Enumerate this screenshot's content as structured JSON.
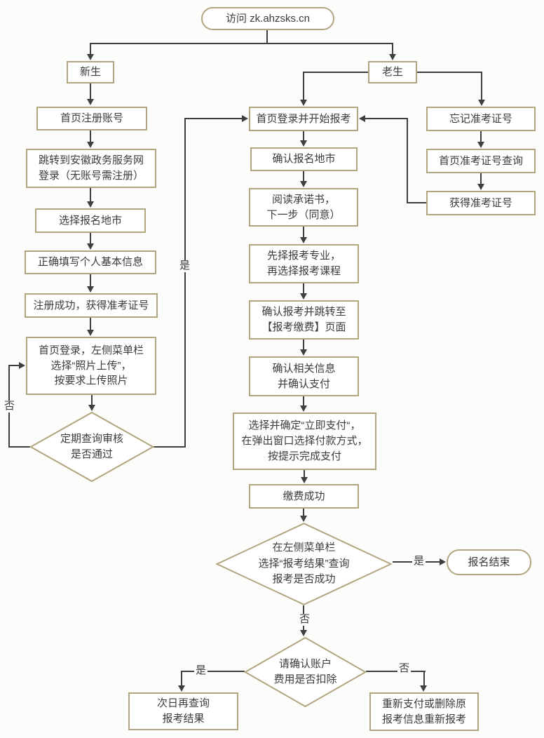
{
  "flowchart": {
    "nodes": {
      "start": {
        "label": "访问 zk.ahzsks.cn"
      },
      "new_student": {
        "label": "新生"
      },
      "register_account": {
        "label": "首页注册账号"
      },
      "jump_gov_login": {
        "label": "跳转到安徽政务服务网\n登录（无账号需注册）"
      },
      "select_city": {
        "label": "选择报名地市"
      },
      "fill_personal_info": {
        "label": "正确填写个人基本信息"
      },
      "register_success": {
        "label": "注册成功，获得准考证号"
      },
      "photo_upload": {
        "label": "首页登录，左侧菜单栏\n选择“照片上传”，\n按要求上传照片"
      },
      "review_check": {
        "label": "定期查询审核\n是否通过"
      },
      "old_student": {
        "label": "老生"
      },
      "login_start_apply": {
        "label": "首页登录并开始报考"
      },
      "confirm_city": {
        "label": "确认报名地市"
      },
      "read_commitment": {
        "label": "阅读承诺书，\n下一步（同意）"
      },
      "choose_major_course": {
        "label": "先择报考专业，\n再选择报考课程"
      },
      "confirm_jump_payment": {
        "label": "确认报考并跳转至\n【报考缴费】页面"
      },
      "confirm_info_payment": {
        "label": "确认相关信息\n并确认支付"
      },
      "pay_immediately": {
        "label": "选择并确定“立即支付“，\n在弹出窗口选择付款方式，\n按提示完成支付"
      },
      "payment_success": {
        "label": "缴费成功"
      },
      "query_apply_result": {
        "label": "在左侧菜单栏\n选择“报考结果”查询\n报考是否成功"
      },
      "finish": {
        "label": "报名结束"
      },
      "confirm_deduction": {
        "label": "请确认账户\n费用是否扣除"
      },
      "query_next_day": {
        "label": "次日再查询\n报考结果"
      },
      "repay_or_delete": {
        "label": "重新支付或删除原\n报考信息重新报考"
      },
      "forgot_admission_id": {
        "label": "忘记准考证号"
      },
      "query_admission_id": {
        "label": "首页准考证号查询"
      },
      "got_admission_id": {
        "label": "获得准考证号"
      }
    },
    "edge_labels": {
      "review_yes": "是",
      "review_no": "否",
      "result_yes": "是",
      "result_no": "否",
      "deduction_yes": "是",
      "deduction_no": "否"
    },
    "colors": {
      "node_border": "#b1a57f",
      "connector": "#3f3f3f",
      "text": "#3b3b3b",
      "background": "#fcfcfa"
    }
  }
}
